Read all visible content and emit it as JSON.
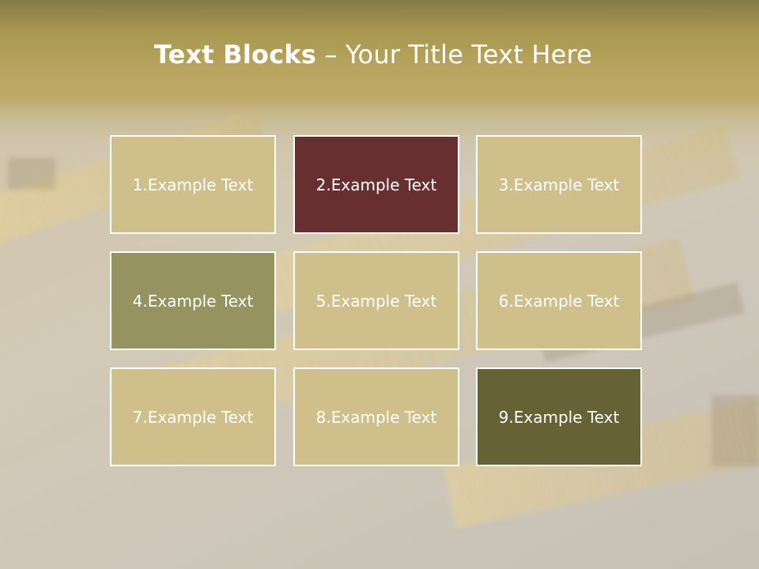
{
  "title": {
    "bold": "Text Blocks",
    "rest": " – Your Title Text Here"
  },
  "blocks": [
    {
      "label": "1.Example Text",
      "color": "#cfbf8b"
    },
    {
      "label": "2.Example Text",
      "color": "#682f31"
    },
    {
      "label": "3.Example Text",
      "color": "#cfbf8b"
    },
    {
      "label": "4.Example Text",
      "color": "#959360"
    },
    {
      "label": "5.Example Text",
      "color": "#cfbf8b"
    },
    {
      "label": "6.Example Text",
      "color": "#cfbf8b"
    },
    {
      "label": "7.Example Text",
      "color": "#cfbf8b"
    },
    {
      "label": "8.Example Text",
      "color": "#cfbf8b"
    },
    {
      "label": "9.Example Text",
      "color": "#656335"
    }
  ]
}
